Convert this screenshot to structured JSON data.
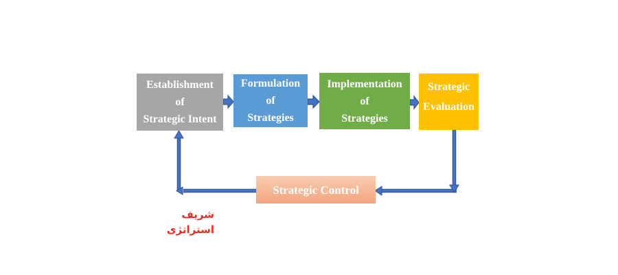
{
  "colors": {
    "box-gray": "#A6A6A6",
    "box-blue": "#5B9BD5",
    "box-green": "#70AD47",
    "box-gold": "#FFC000",
    "box-peach-top": "#FACDB2",
    "box-peach-bottom": "#F2A47C",
    "box-text": "#FFFFFF",
    "arrow-fill": "#4472C4",
    "arrow-edge": "#2F5597",
    "watermark-red": "#EE2B23"
  },
  "diagram": {
    "boxes": {
      "establishment": {
        "lines": [
          "Establishment",
          "of",
          "Strategic Intent"
        ]
      },
      "formulation": {
        "lines": [
          "Formulation",
          "of",
          "Strategies"
        ]
      },
      "implementation": {
        "lines": [
          "Implementation",
          "of",
          "Strategies"
        ]
      },
      "evaluation": {
        "lines": [
          "Strategic",
          "Evaluation"
        ]
      },
      "control": {
        "label": "Strategic Control"
      }
    },
    "flow": "Establishment of Strategic Intent → Formulation of Strategies → Implementation of Strategies → Strategic Evaluation → Strategic Control → back to Establishment",
    "watermark": {
      "text": "شریف استراتژی"
    }
  }
}
